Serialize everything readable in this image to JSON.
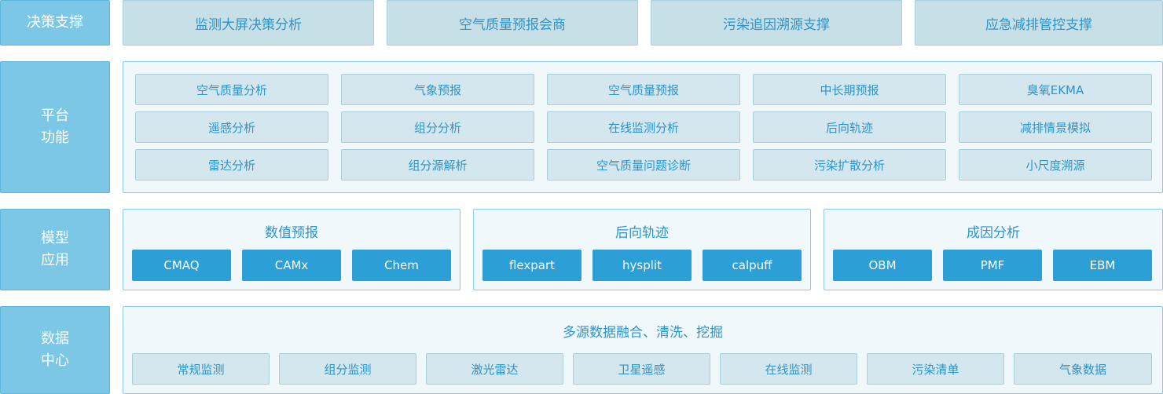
{
  "rows": {
    "decision": {
      "label_lines": [
        "决策支撑"
      ],
      "items": [
        "监测大屏决策分析",
        "空气质量预报会商",
        "污染追因溯源支撑",
        "应急减排管控支撑"
      ]
    },
    "platform": {
      "label_lines": [
        "平台",
        "功能"
      ],
      "items": [
        [
          "空气质量分析",
          "气象预报",
          "空气质量预报",
          "中长期预报",
          "臭氧EKMA"
        ],
        [
          "遥感分析",
          "组分分析",
          "在线监测分析",
          "后向轨迹",
          "减排情景模拟"
        ],
        [
          "雷达分析",
          "组分源解析",
          "空气质量问题诊断",
          "污染扩散分析",
          "小尺度溯源"
        ]
      ]
    },
    "model": {
      "label_lines": [
        "模型",
        "应用"
      ],
      "groups": [
        {
          "title": "数值预报",
          "items": [
            "CMAQ",
            "CAMx",
            "Chem"
          ]
        },
        {
          "title": "后向轨迹",
          "items": [
            "flexpart",
            "hysplit",
            "calpuff"
          ]
        },
        {
          "title": "成因分析",
          "items": [
            "OBM",
            "PMF",
            "EBM"
          ]
        }
      ]
    },
    "data": {
      "label_lines": [
        "数据",
        "中心"
      ],
      "title": "多源数据融合、清洗、挖掘",
      "items": [
        "常规监测",
        "组分监测",
        "激光雷达",
        "卫星遥感",
        "在线监测",
        "污染清单",
        "气象数据"
      ]
    }
  },
  "colors": {
    "side_label_bg": "#7dc7e6",
    "accent_text": "#2e94c9",
    "model_button_bg": "#2b9fd6",
    "function_box_bg": "#d4e7ee",
    "top_box_bg": "#c7dfe7"
  }
}
